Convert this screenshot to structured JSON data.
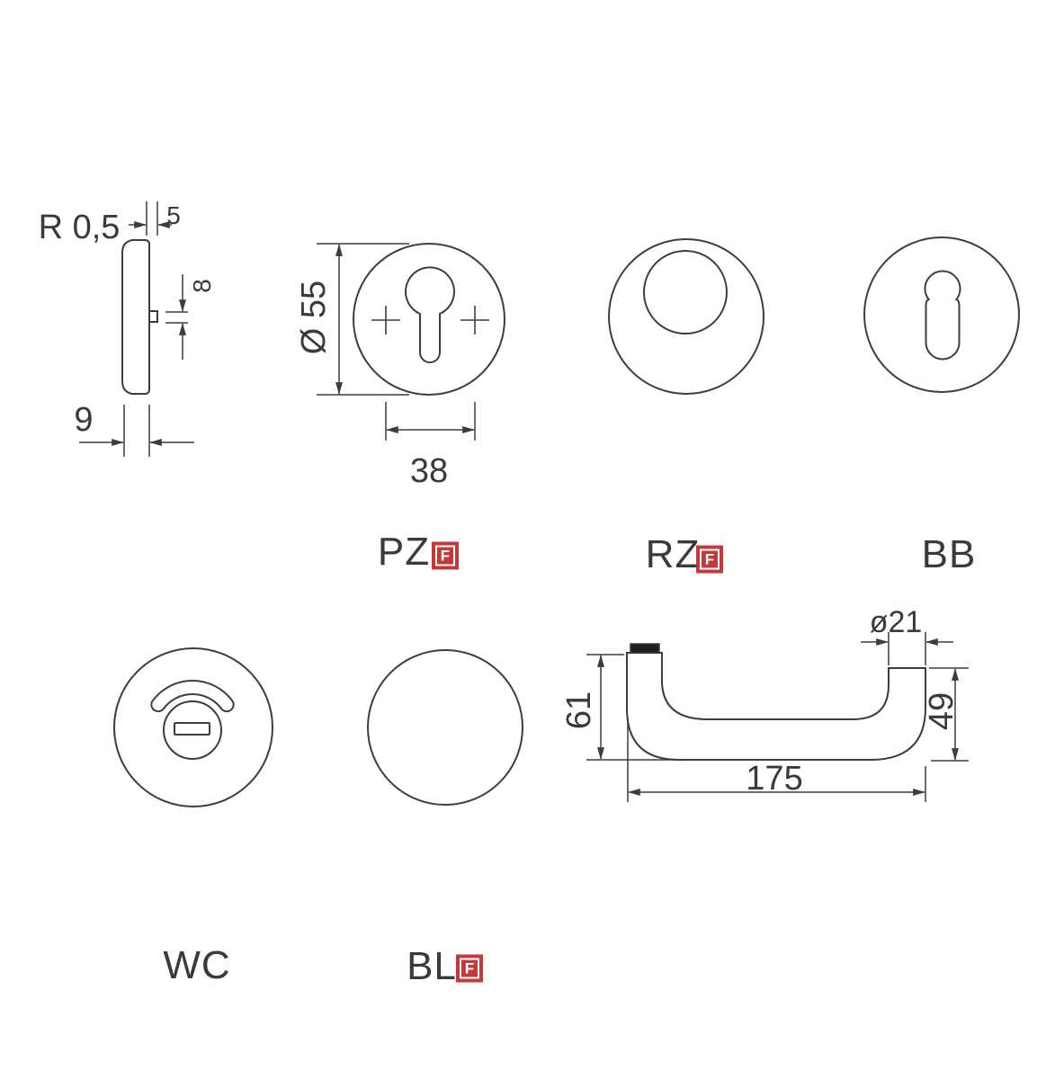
{
  "drawing": {
    "type": "door-hardware dimension drawing",
    "line_color": "#3d3d3d",
    "text_color": "#3a3a3a",
    "badge": {
      "letter": "F",
      "bg_color": "#c6393b",
      "fg_color": "#ffffff"
    },
    "side_view": {
      "radius_label": "R 0,5",
      "dim_edge": "5",
      "dim_nub": "8",
      "dim_depth": "9"
    },
    "pz": {
      "label": "PZ",
      "dim_diameter": "Ø 55",
      "dim_distance": "38"
    },
    "rz": {
      "label": "RZ"
    },
    "bb": {
      "label": "BB"
    },
    "wc": {
      "label": "WC"
    },
    "bl": {
      "label": "BL"
    },
    "handle": {
      "dim_height": "61",
      "dim_diameter": "ø21",
      "dim_end_height": "49",
      "dim_length": "175"
    }
  }
}
